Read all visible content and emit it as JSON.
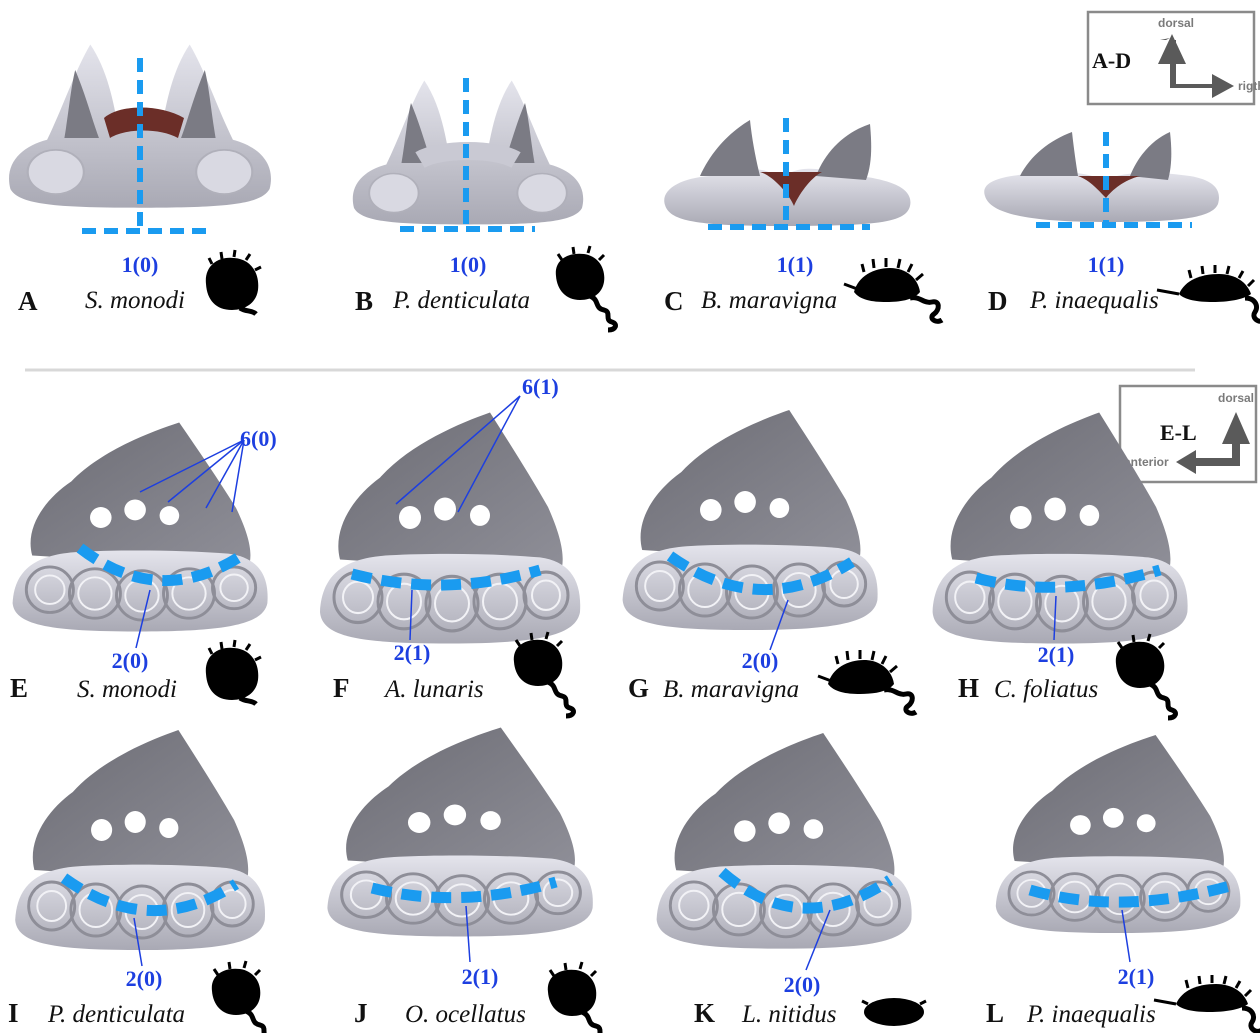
{
  "colors": {
    "guide_line": "#1a9bf0",
    "code_text": "#1d3fe0",
    "leader_line": "#1d3fe0",
    "bone_light": "#c9c9d3",
    "bone_dark": "#7b7b84",
    "muscle": "#6b2e28",
    "silhouette": "#000000"
  },
  "orientation_boxes": [
    {
      "label": "A-D",
      "up": "dorsal",
      "side": "rigth"
    },
    {
      "label": "E-L",
      "up": "dorsal",
      "side": "anterior"
    }
  ],
  "top_row": [
    {
      "letter": "A",
      "species": "S. monodi",
      "code": "1(0)",
      "silhouette": "round-body-icon"
    },
    {
      "letter": "B",
      "species": "P. denticulata",
      "code": "1(0)",
      "silhouette": "round-tailed-icon"
    },
    {
      "letter": "C",
      "species": "B. maravigna",
      "code": "1(1)",
      "silhouette": "spiny-tailed-icon"
    },
    {
      "letter": "D",
      "species": "P. inaequalis",
      "code": "1(1)",
      "silhouette": "flat-spiny-icon"
    }
  ],
  "middle_row": [
    {
      "letter": "E",
      "species": "S. monodi",
      "code": "2(0)",
      "code_extra": "6(0)",
      "silhouette": "round-body-icon"
    },
    {
      "letter": "F",
      "species": "A. lunaris",
      "code": "2(1)",
      "code_extra": "6(1)",
      "silhouette": "round-tailed-icon"
    },
    {
      "letter": "G",
      "species": "B. maravigna",
      "code": "2(0)",
      "silhouette": "spiny-tailed-icon"
    },
    {
      "letter": "H",
      "species": "C. foliatus",
      "code": "2(1)",
      "silhouette": "round-tailed-icon"
    }
  ],
  "bottom_row": [
    {
      "letter": "I",
      "species": "P. denticulata",
      "code": "2(0)",
      "silhouette": "round-tailed-icon"
    },
    {
      "letter": "J",
      "species": "O. ocellatus",
      "code": "2(1)",
      "silhouette": "round-tailed-icon"
    },
    {
      "letter": "K",
      "species": "L. nitidus",
      "code": "2(0)",
      "silhouette": "oval-body-icon"
    },
    {
      "letter": "L",
      "species": "P. inaequalis",
      "code": "2(1)",
      "silhouette": "flat-spiny-icon"
    }
  ]
}
